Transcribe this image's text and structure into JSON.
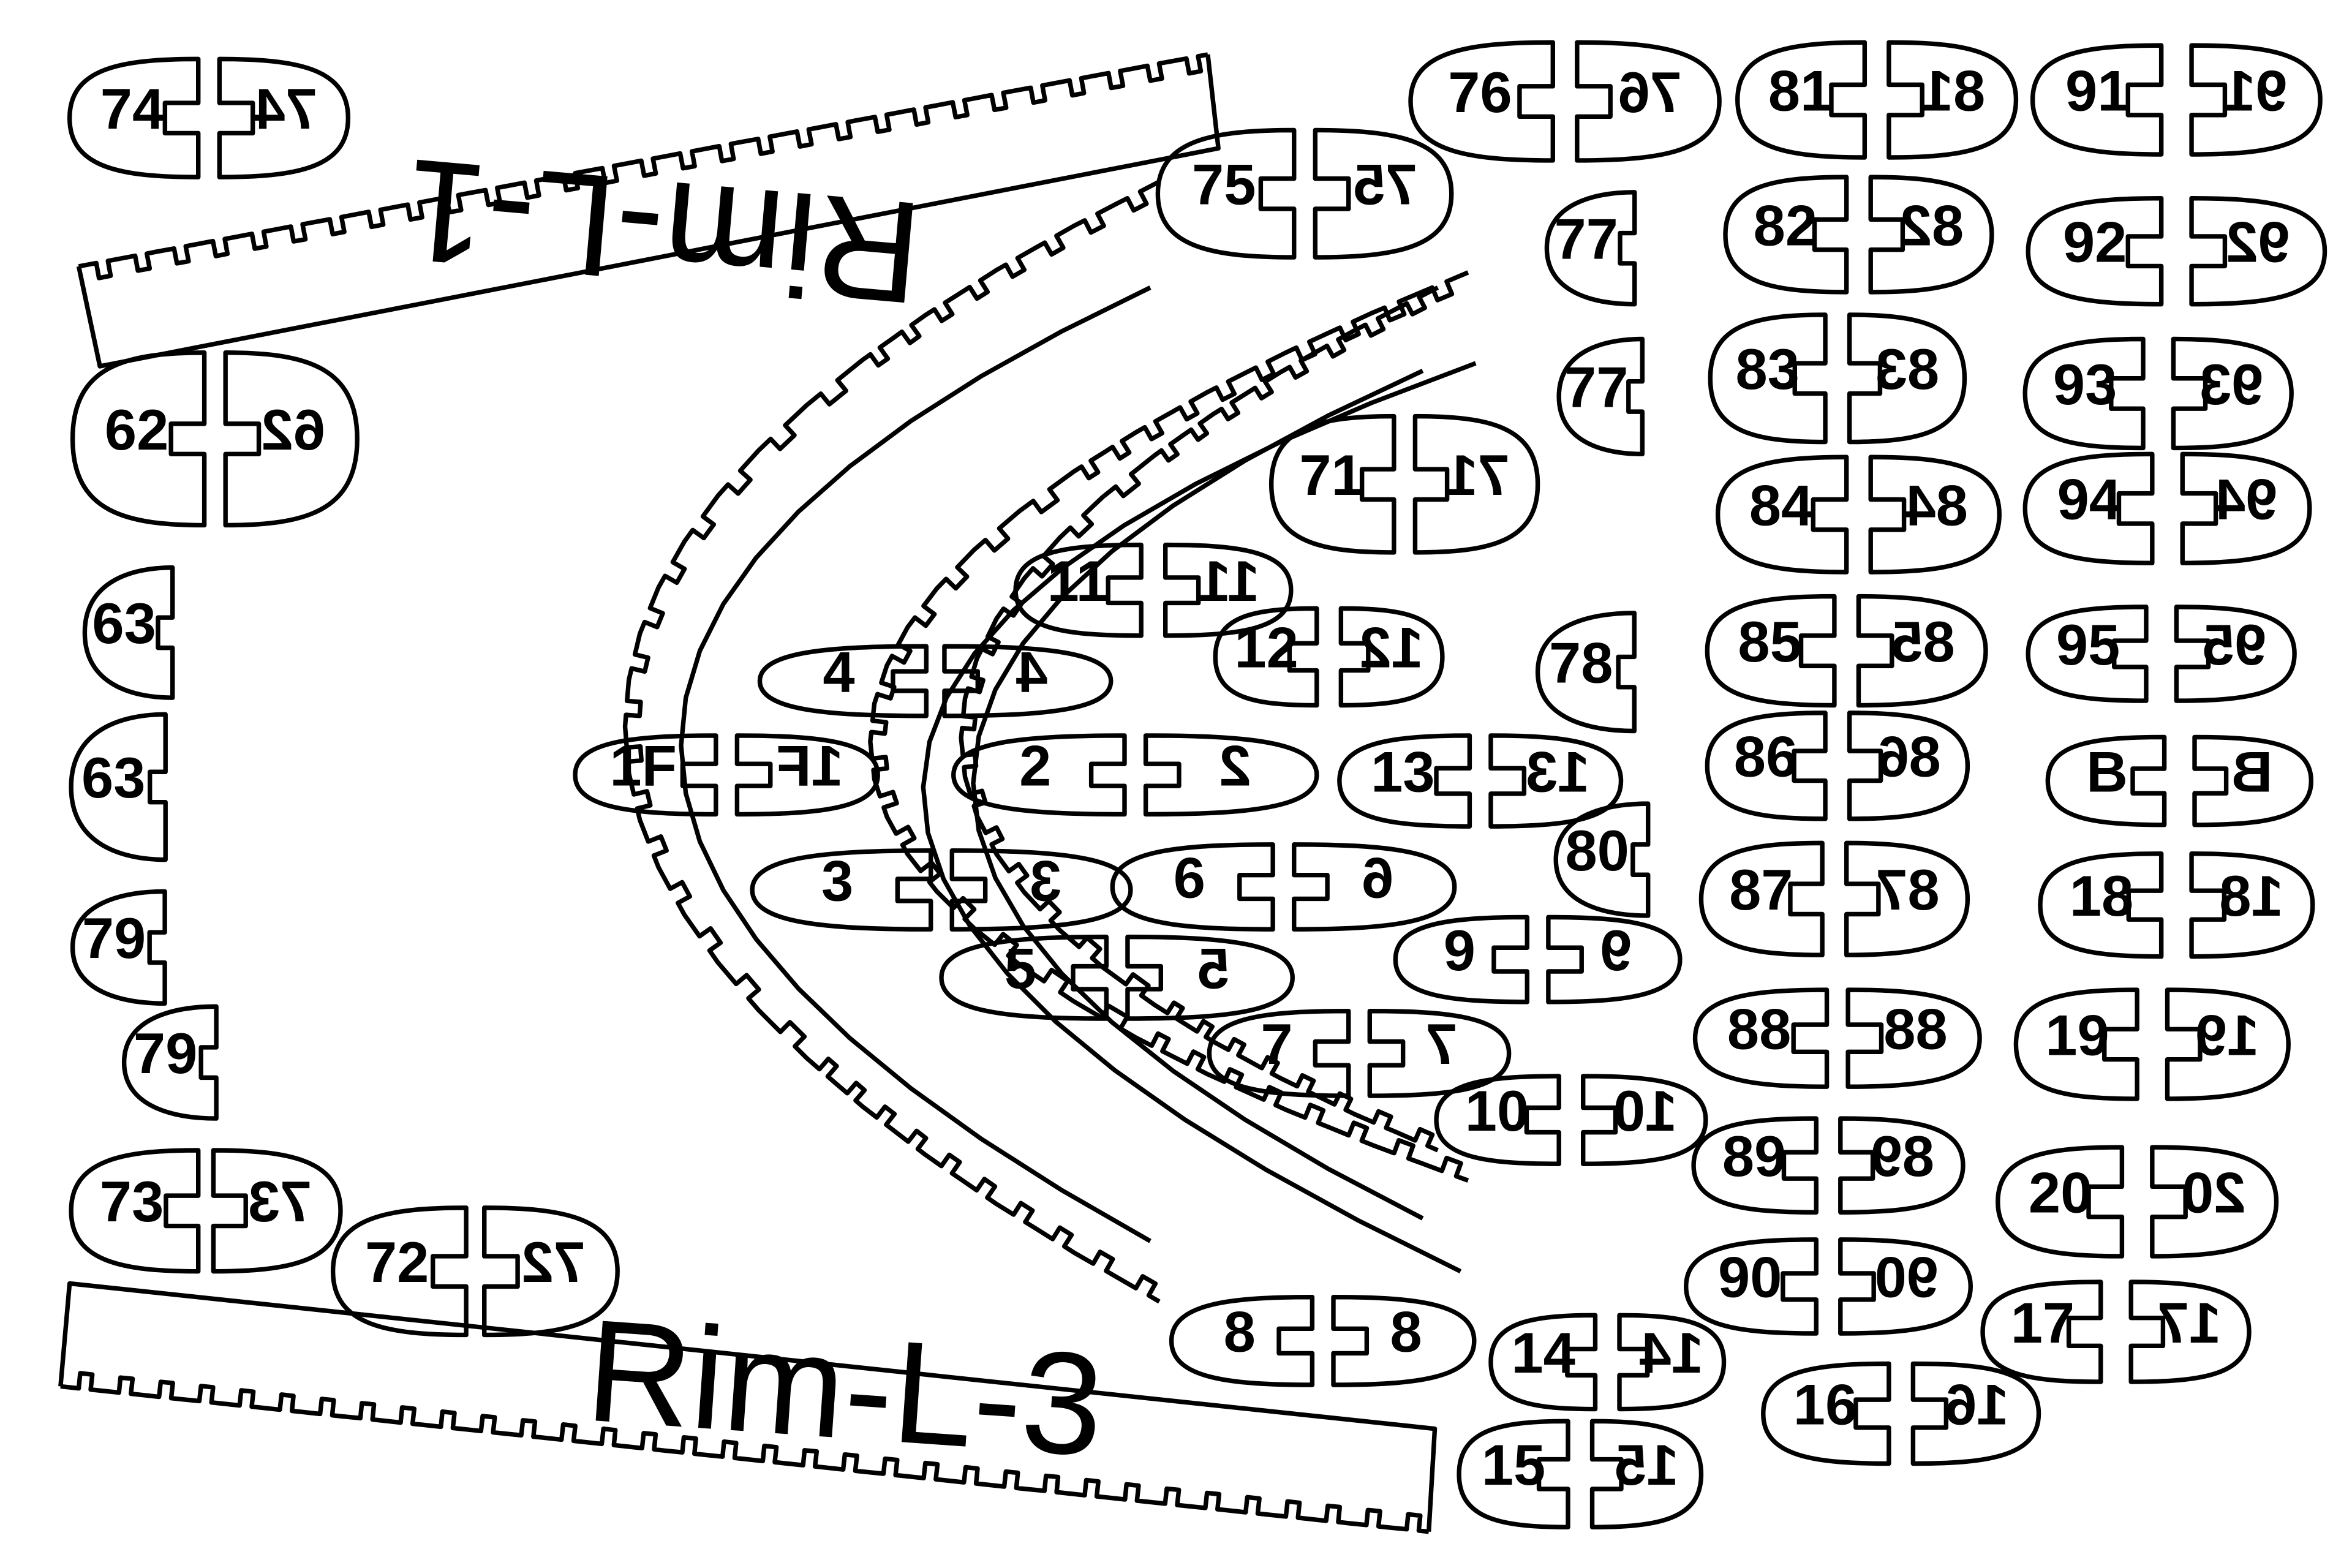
{
  "sheet": {
    "strip_labels": [
      "Rim-L-1",
      "Rim-L-3"
    ]
  },
  "pieces": [
    {
      "id": "74",
      "label": "74",
      "mirrored_label": "74"
    },
    {
      "id": "76",
      "label": "76",
      "mirrored_label": "76"
    },
    {
      "id": "81",
      "label": "81",
      "mirrored_label": "81"
    },
    {
      "id": "91",
      "label": "91",
      "mirrored_label": "91"
    },
    {
      "id": "75",
      "label": "75",
      "mirrored_label": "75"
    },
    {
      "id": "77",
      "label": "77",
      "mirrored_label": "77"
    },
    {
      "id": "82",
      "label": "82",
      "mirrored_label": "82"
    },
    {
      "id": "92",
      "label": "92",
      "mirrored_label": "92"
    },
    {
      "id": "62",
      "label": "62",
      "mirrored_label": "62"
    },
    {
      "id": "83",
      "label": "83",
      "mirrored_label": "83"
    },
    {
      "id": "93",
      "label": "93",
      "mirrored_label": "93"
    },
    {
      "id": "71",
      "label": "71",
      "mirrored_label": "71"
    },
    {
      "id": "78",
      "label": "78",
      "mirrored_label": "78"
    },
    {
      "id": "84",
      "label": "84",
      "mirrored_label": "84"
    },
    {
      "id": "94",
      "label": "94",
      "mirrored_label": "94"
    },
    {
      "id": "63",
      "label": "63",
      "mirrored_label": "63"
    },
    {
      "id": "11",
      "label": "11",
      "mirrored_label": "11"
    },
    {
      "id": "12",
      "label": "12",
      "mirrored_label": "12"
    },
    {
      "id": "85",
      "label": "85",
      "mirrored_label": "85"
    },
    {
      "id": "95",
      "label": "95",
      "mirrored_label": "95"
    },
    {
      "id": "4",
      "label": "4",
      "mirrored_label": "4"
    },
    {
      "id": "1F",
      "label": "1F",
      "mirrored_label": "1F"
    },
    {
      "id": "2",
      "label": "2",
      "mirrored_label": "2"
    },
    {
      "id": "13",
      "label": "13",
      "mirrored_label": "13"
    },
    {
      "id": "86",
      "label": "86",
      "mirrored_label": "86"
    },
    {
      "id": "B",
      "label": "B",
      "mirrored_label": "B"
    },
    {
      "id": "3",
      "label": "3",
      "mirrored_label": "3"
    },
    {
      "id": "6",
      "label": "6",
      "mirrored_label": "6"
    },
    {
      "id": "80",
      "label": "80",
      "mirrored_label": "80"
    },
    {
      "id": "87",
      "label": "87",
      "mirrored_label": "87"
    },
    {
      "id": "18",
      "label": "18",
      "mirrored_label": "18"
    },
    {
      "id": "79",
      "label": "79",
      "mirrored_label": "79"
    },
    {
      "id": "9",
      "label": "9",
      "mirrored_label": "9"
    },
    {
      "id": "5",
      "label": "5",
      "mirrored_label": "5"
    },
    {
      "id": "7",
      "label": "7",
      "mirrored_label": "7"
    },
    {
      "id": "88",
      "label": "88",
      "mirrored_label": "88"
    },
    {
      "id": "19",
      "label": "19",
      "mirrored_label": "19"
    },
    {
      "id": "10",
      "label": "10",
      "mirrored_label": "10"
    },
    {
      "id": "89",
      "label": "89",
      "mirrored_label": "89"
    },
    {
      "id": "20",
      "label": "20",
      "mirrored_label": "20"
    },
    {
      "id": "73",
      "label": "73",
      "mirrored_label": "73"
    },
    {
      "id": "72",
      "label": "72",
      "mirrored_label": "72"
    },
    {
      "id": "90",
      "label": "90",
      "mirrored_label": "90"
    },
    {
      "id": "8",
      "label": "8",
      "mirrored_label": "8"
    },
    {
      "id": "17",
      "label": "17",
      "mirrored_label": "17"
    },
    {
      "id": "14",
      "label": "14",
      "mirrored_label": "14"
    },
    {
      "id": "16",
      "label": "16",
      "mirrored_label": "16"
    },
    {
      "id": "15",
      "label": "15",
      "mirrored_label": "15"
    }
  ]
}
